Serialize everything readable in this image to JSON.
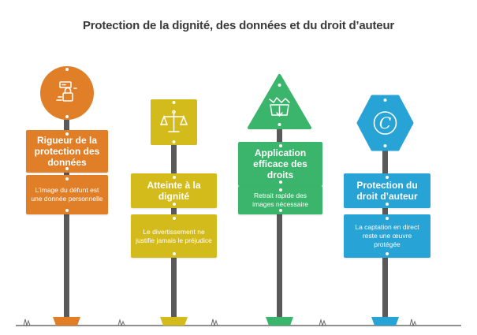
{
  "title": "Protection de la dignité, des données et du droit d’auteur",
  "colors": {
    "orange": "#e07f27",
    "yellow": "#d4bb1c",
    "green": "#3bb56c",
    "blue": "#27a3d6",
    "pole": "#5a5a5a",
    "ground": "#6b6b6b"
  },
  "signs": [
    {
      "icon": "lock-data-icon",
      "heading": "Rigueur de la protection des données",
      "text": "L’image du défunt est une donnée personnelle"
    },
    {
      "icon": "scales-icon",
      "heading": "Atteinte à la dignité",
      "text": "Le divertissement ne justifie jamais le préjudice"
    },
    {
      "icon": "image-removal-icon",
      "heading": "Application efficace des droits",
      "text": "Retrait rapide des images nécessaire"
    },
    {
      "icon": "copyright-icon",
      "heading": "Protection du droit d’auteur",
      "text": "La captation en direct reste une œuvre protégée"
    }
  ]
}
